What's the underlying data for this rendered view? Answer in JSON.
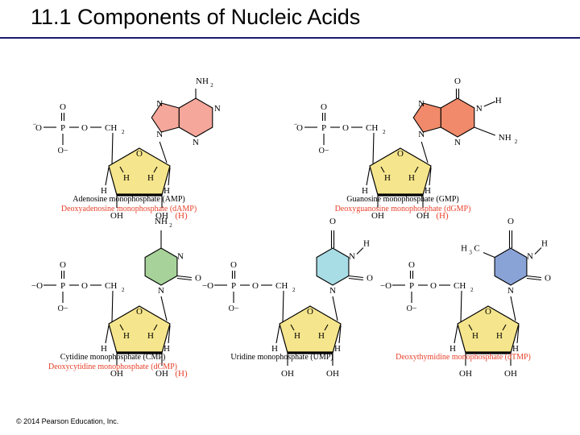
{
  "header": {
    "title": "11.1 Components of Nucleic Acids"
  },
  "colors": {
    "sugar": "#f5e58c",
    "adenine": "#f4a79a",
    "guanine": "#f08a6a",
    "cytosine": "#a7d39a",
    "uracil": "#a8dde6",
    "thymine": "#8aa3d6",
    "deoxy_label": "#e8402a",
    "black_label": "#000000"
  },
  "nucleotides": [
    {
      "id": "amp",
      "base": "adenine",
      "name_label": "Adenosine monophosphate (AMP)",
      "deoxy_label": "Deoxyadenosine monophosphate (dAMP)",
      "ring_atoms": [
        "N",
        "N",
        "N",
        "N"
      ],
      "substituent": "NH2"
    },
    {
      "id": "gmp",
      "base": "guanine",
      "name_label": "Guanosine monophosphate (GMP)",
      "deoxy_label": "Deoxyguanosine monophosphate (dGMP)",
      "substituent": "NH2"
    },
    {
      "id": "cmp",
      "base": "cytosine",
      "name_label": "Cytidine monophosphate (CMP)",
      "deoxy_label": "Deoxycytidine monophosphate (dCMP)",
      "substituent": "NH2"
    },
    {
      "id": "ump",
      "base": "uracil",
      "name_label": "Uridine monophosphate (UMP)"
    },
    {
      "id": "dtmp",
      "base": "thymine",
      "deoxy_label": "Deoxythymidine monophosphate (dTMP)",
      "substituent": "H3C"
    }
  ],
  "labels": {
    "O": "O",
    "P": "P",
    "minusO": "−O",
    "Ominus": "O−",
    "CH2": "CH",
    "two": "2",
    "H": "H",
    "OH": "OH",
    "H_paren": "(H)",
    "N": "N",
    "NH": "NH",
    "H3": "H",
    "C": "C",
    "three": "3"
  },
  "footer": {
    "copyright": "© 2014 Pearson Education, Inc."
  }
}
